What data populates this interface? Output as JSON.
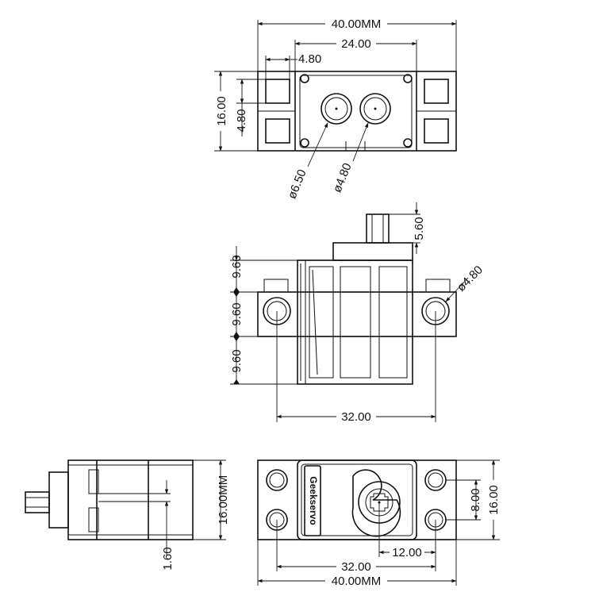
{
  "top_view": {
    "overall_width": "40.00MM",
    "hole_spacing": "24.00",
    "tab_width": "4.80",
    "height": "16.00",
    "tab_height": "4.80",
    "hole_large_dia": "ø6.50",
    "hole_small_dia": "ø4.80"
  },
  "front_view": {
    "shaft_height": "5.60",
    "section_top": "9.60",
    "section_middle": "9.60",
    "section_bottom": "9.60",
    "mount_hole_dia": "ø4.80",
    "mount_hole_spacing": "32.00"
  },
  "side_view": {
    "height": "16.00MM",
    "offset": "1.60"
  },
  "bottom_view": {
    "brand": "Geekservo",
    "axis_offset": "12.00",
    "hole_spacing": "32.00",
    "overall_width": "40.00MM",
    "hole_vertical_spacing": "8.00",
    "height": "16.00"
  }
}
